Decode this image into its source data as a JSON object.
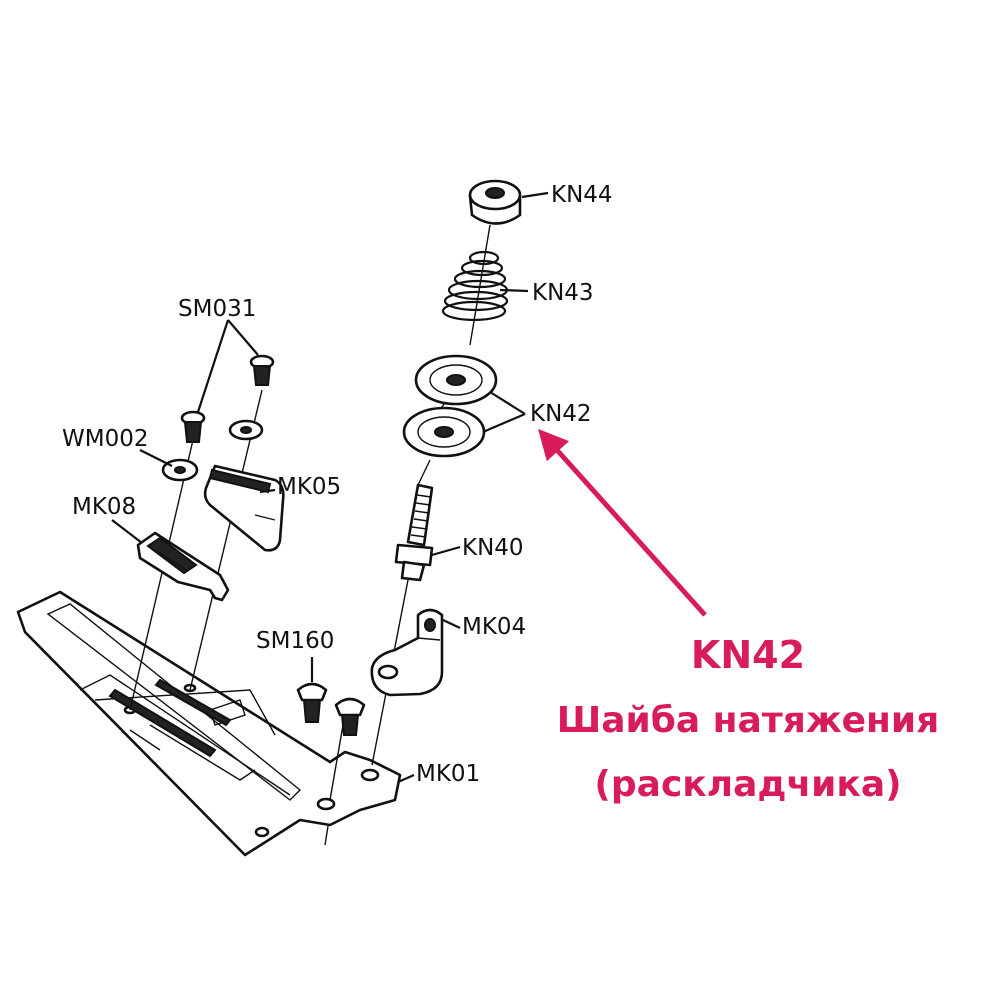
{
  "labels": {
    "kn44": "KN44",
    "kn43": "KN43",
    "kn42": "KN42",
    "kn40": "KN40",
    "mk04": "MK04",
    "mk01": "MK01",
    "sm160": "SM160",
    "sm031": "SM031",
    "wm002": "WM002",
    "mk08": "MK08",
    "mk05": "MK05"
  },
  "callout": {
    "code": "KN42",
    "line1": "Шайба натяжения",
    "line2": "(раскладчика)",
    "color": "#d81b5c"
  }
}
